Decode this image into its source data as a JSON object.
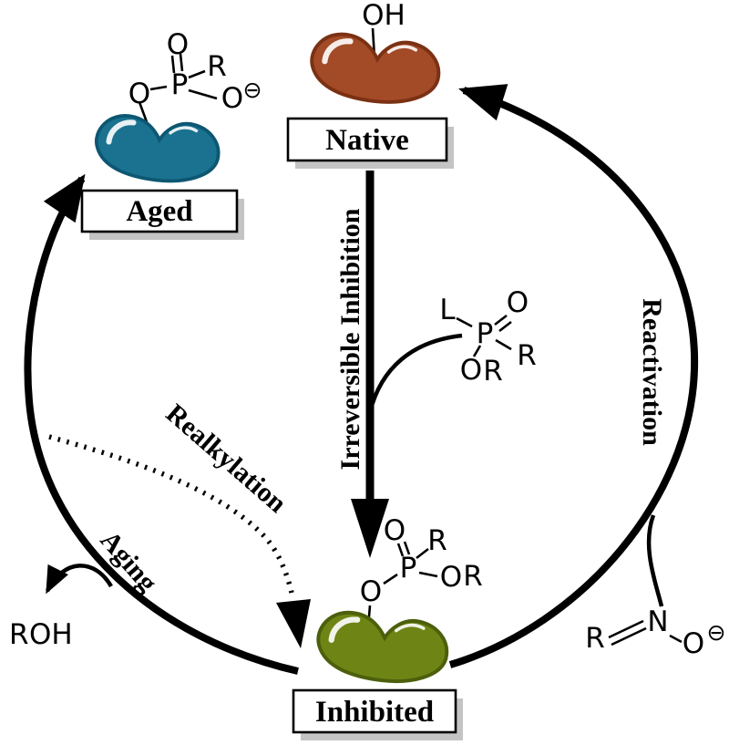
{
  "colors": {
    "native_enzyme": "#A34A26",
    "native_enzyme_dark": "#7B3113",
    "aged_enzyme": "#1A7290",
    "aged_enzyme_dark": "#0D5772",
    "inhibited_enzyme": "#6E8414",
    "inhibited_enzyme_dark": "#4C5F0B",
    "linker_orange": "#F5A11C",
    "r_group_olive": "#A4A30D",
    "arrow_black": "#000000",
    "box_shadow_gray": "#C4C4C4"
  },
  "nodes": {
    "native": {
      "label": "Native",
      "hydroxyl": "OH"
    },
    "aged": {
      "label": "Aged"
    },
    "inhibited": {
      "label": "Inhibited"
    }
  },
  "processes": {
    "irreversible_inhibition": "Irreversible Inhibition",
    "reactivation": "Reactivation",
    "aging": "Aging",
    "realkylation": "Realkylation"
  },
  "molecules": {
    "aged_adduct": {
      "o_link": "O",
      "p": "P",
      "o_double": "O",
      "r": "R",
      "o_anionic": "O",
      "charge": "⊖"
    },
    "inhibitor": {
      "leaving_group": "L",
      "p": "P",
      "o_double": "O",
      "r": "R",
      "o_ester": "O",
      "r_ester": "R"
    },
    "inhibited_adduct": {
      "o_link": "O",
      "p": "P",
      "o_double": "O",
      "r": "R",
      "o_ester": "O",
      "r_ester": "R"
    },
    "leaving_alcohol": {
      "r": "R",
      "oh": "OH"
    },
    "oxime": {
      "r": "R",
      "n": "N",
      "o": "O",
      "charge": "⊖"
    }
  }
}
